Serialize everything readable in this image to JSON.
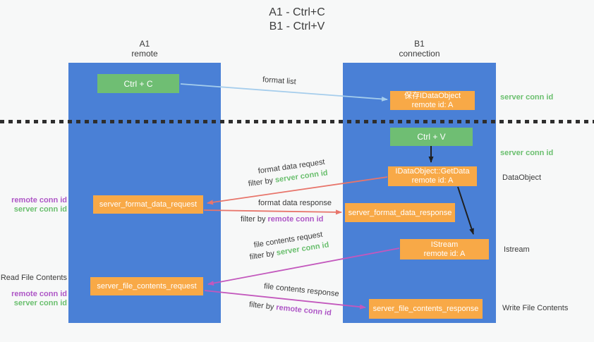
{
  "title": {
    "line1": "A1 - Ctrl+C",
    "line2": "B1 - Ctrl+V"
  },
  "lanes": {
    "a1": {
      "name": "A1",
      "role": "remote"
    },
    "b1": {
      "name": "B1",
      "role": "connection"
    }
  },
  "nodes": {
    "ctrl_c": "Ctrl + C",
    "ctrl_v": "Ctrl + V",
    "save_dataobject": {
      "line1": "保存IDataObject",
      "line2": "remote id: A"
    },
    "getdata": {
      "line1": "IDataObject::GetData",
      "line2": "remote id: A"
    },
    "istream": {
      "line1": "IStream",
      "line2": "remote id: A"
    },
    "format_request": "server_format_data_request",
    "format_response": "server_format_data_response",
    "file_request": "server_file_contents_request",
    "file_response": "server_file_contents_response"
  },
  "labels": {
    "format_list": "format list",
    "format_data_request": "format data request",
    "format_data_response": "format data response",
    "file_contents_request": "file contents request",
    "file_contents_response": "file contents response",
    "filter_by": "filter by ",
    "server_conn_id": "server conn id",
    "remote_conn_id": "remote conn id",
    "dataobject": "DataObject",
    "istream": "Istream",
    "read_file_contents": "Read File Contents",
    "write_file_contents": "Write File Contents"
  },
  "colors": {
    "lane_blue": "#4a80d6",
    "node_green": "#6fbe73",
    "node_orange": "#f8a947",
    "server_conn_green": "#6abf6e",
    "remote_conn_purple": "#ae56c6",
    "request_arrow_red": "#e8756b",
    "file_arrow_magenta": "#c358bd",
    "format_list_arrow_blue": "#a5cdec",
    "black_arrow": "#1f1f1f"
  }
}
